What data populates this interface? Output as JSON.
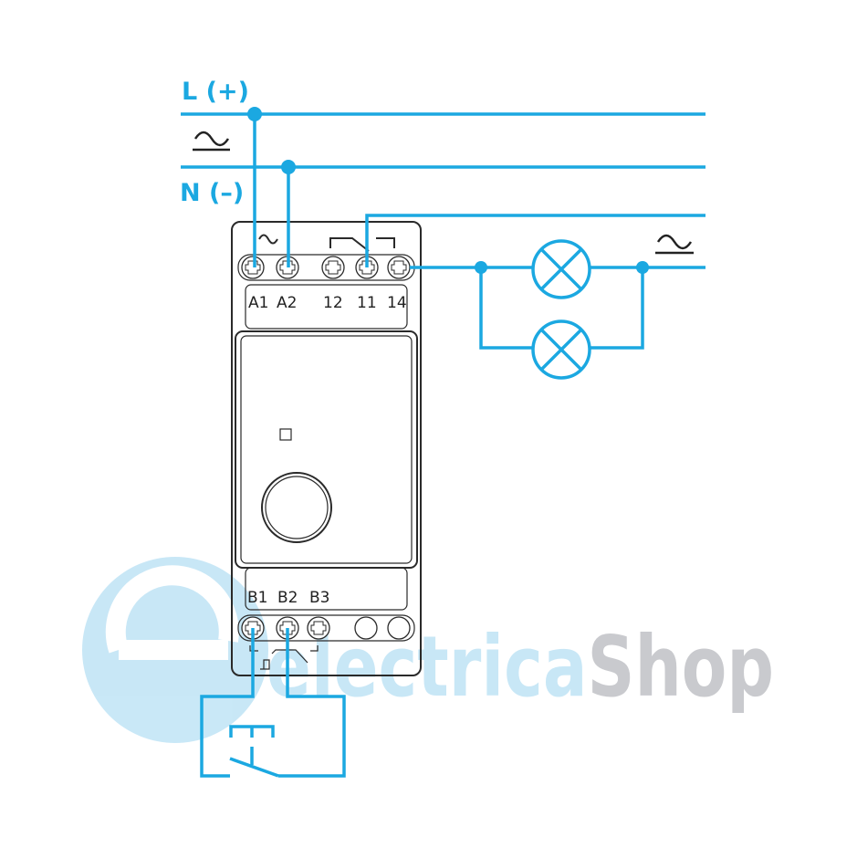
{
  "supply": {
    "line_label": "L (+)",
    "neutral_label": "N (–)",
    "ac_symbol": "~"
  },
  "relay": {
    "top_terminals": [
      "A1",
      "A2",
      "12",
      "11",
      "14"
    ],
    "bottom_terminals": [
      "B1",
      "B2",
      "B3"
    ],
    "supply_symbol": "~"
  },
  "load": {
    "ac_symbol": "~",
    "lamp_count": 2
  },
  "watermark": {
    "part1": "electrica",
    "part2": "Shop"
  },
  "colors": {
    "wire": "#1ba8e1",
    "watermark_blue": "#c3e5f6",
    "watermark_grey": "#c4c5c9"
  }
}
